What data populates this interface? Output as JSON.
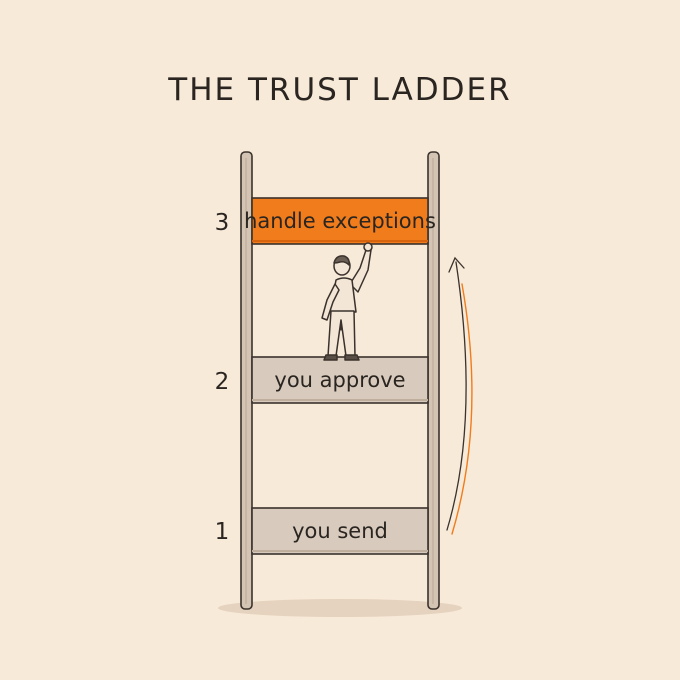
{
  "title": "THE TRUST LADDER",
  "colors": {
    "background": "#f8ead9",
    "accent": "#f07c1c",
    "rung": "#d8cbbd",
    "rail": "#d3c4b3",
    "ink": "#2a2521"
  },
  "steps": [
    {
      "number": "3",
      "label": "handle exceptions",
      "highlighted": true
    },
    {
      "number": "2",
      "label": "you approve",
      "highlighted": false
    },
    {
      "number": "1",
      "label": "you send",
      "highlighted": false
    }
  ],
  "figure": "climbing-person",
  "arrow": "upward-progress-arrow"
}
